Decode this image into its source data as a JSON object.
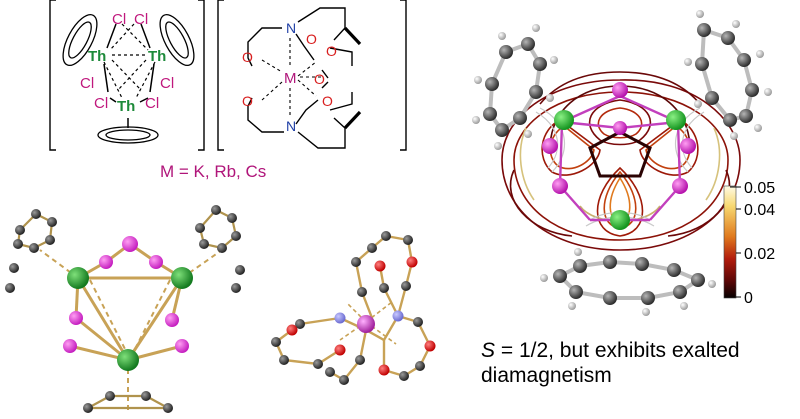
{
  "scheme": {
    "anion_labels": {
      "th": "Th",
      "cl": "Cl"
    },
    "cryptand_labels": {
      "n": "N",
      "o": "O",
      "m": "M"
    },
    "metal_line": "M = K, Rb, Cs"
  },
  "field_plot": {
    "colorbar": {
      "ticks": [
        "0.05",
        "0.04",
        "0.02",
        "0"
      ],
      "tick_values": [
        0.05,
        0.04,
        0.02,
        0
      ],
      "colors": [
        "#fffbe6",
        "#f7d870",
        "#e07a1e",
        "#b21c0c",
        "#5a0606",
        "#050000"
      ]
    }
  },
  "caption": {
    "spin_symbol": "S",
    "text_line1": " = 1/2, but exhibits exalted",
    "text_line2": "diamagnetism"
  }
}
